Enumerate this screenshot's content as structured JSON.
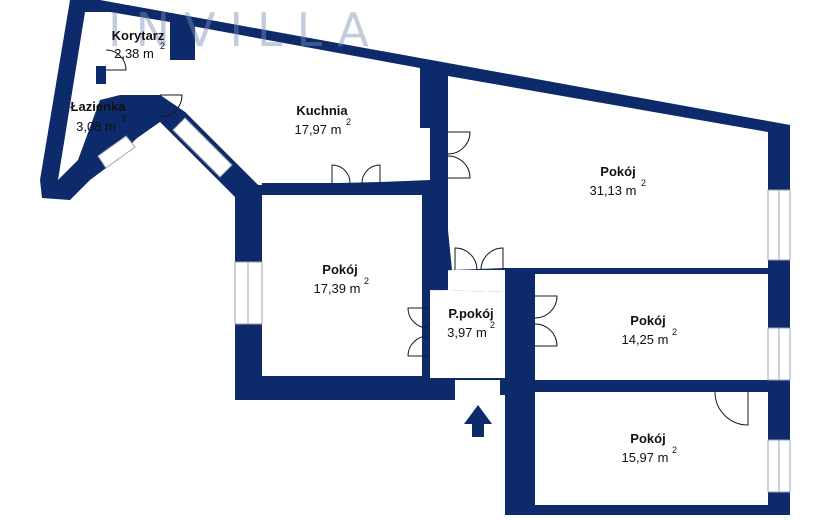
{
  "watermark": {
    "text": "INVILLA",
    "color": "#7c8fb6"
  },
  "colors": {
    "wall": "#0d2a6b",
    "floor": "#ffffff",
    "window_frame": "#9aa3b2"
  },
  "unit": "m",
  "unit_power": "2",
  "rooms": [
    {
      "id": "korytarz",
      "name": "Korytarz",
      "area": "2,38"
    },
    {
      "id": "lazienka",
      "name": "Łazienka",
      "area": "3,08"
    },
    {
      "id": "kuchnia",
      "name": "Kuchnia",
      "area": "17,97"
    },
    {
      "id": "pokoj-1",
      "name": "Pokój",
      "area": "31,13"
    },
    {
      "id": "pokoj-2",
      "name": "Pokój",
      "area": "17,39"
    },
    {
      "id": "przedpokoj",
      "name": "P.pokój",
      "area": "3,97"
    },
    {
      "id": "pokoj-3",
      "name": "Pokój",
      "area": "14,25"
    },
    {
      "id": "pokoj-4",
      "name": "Pokój",
      "area": "15,97"
    }
  ],
  "entrance": {
    "icon": "entry-arrow-icon"
  }
}
